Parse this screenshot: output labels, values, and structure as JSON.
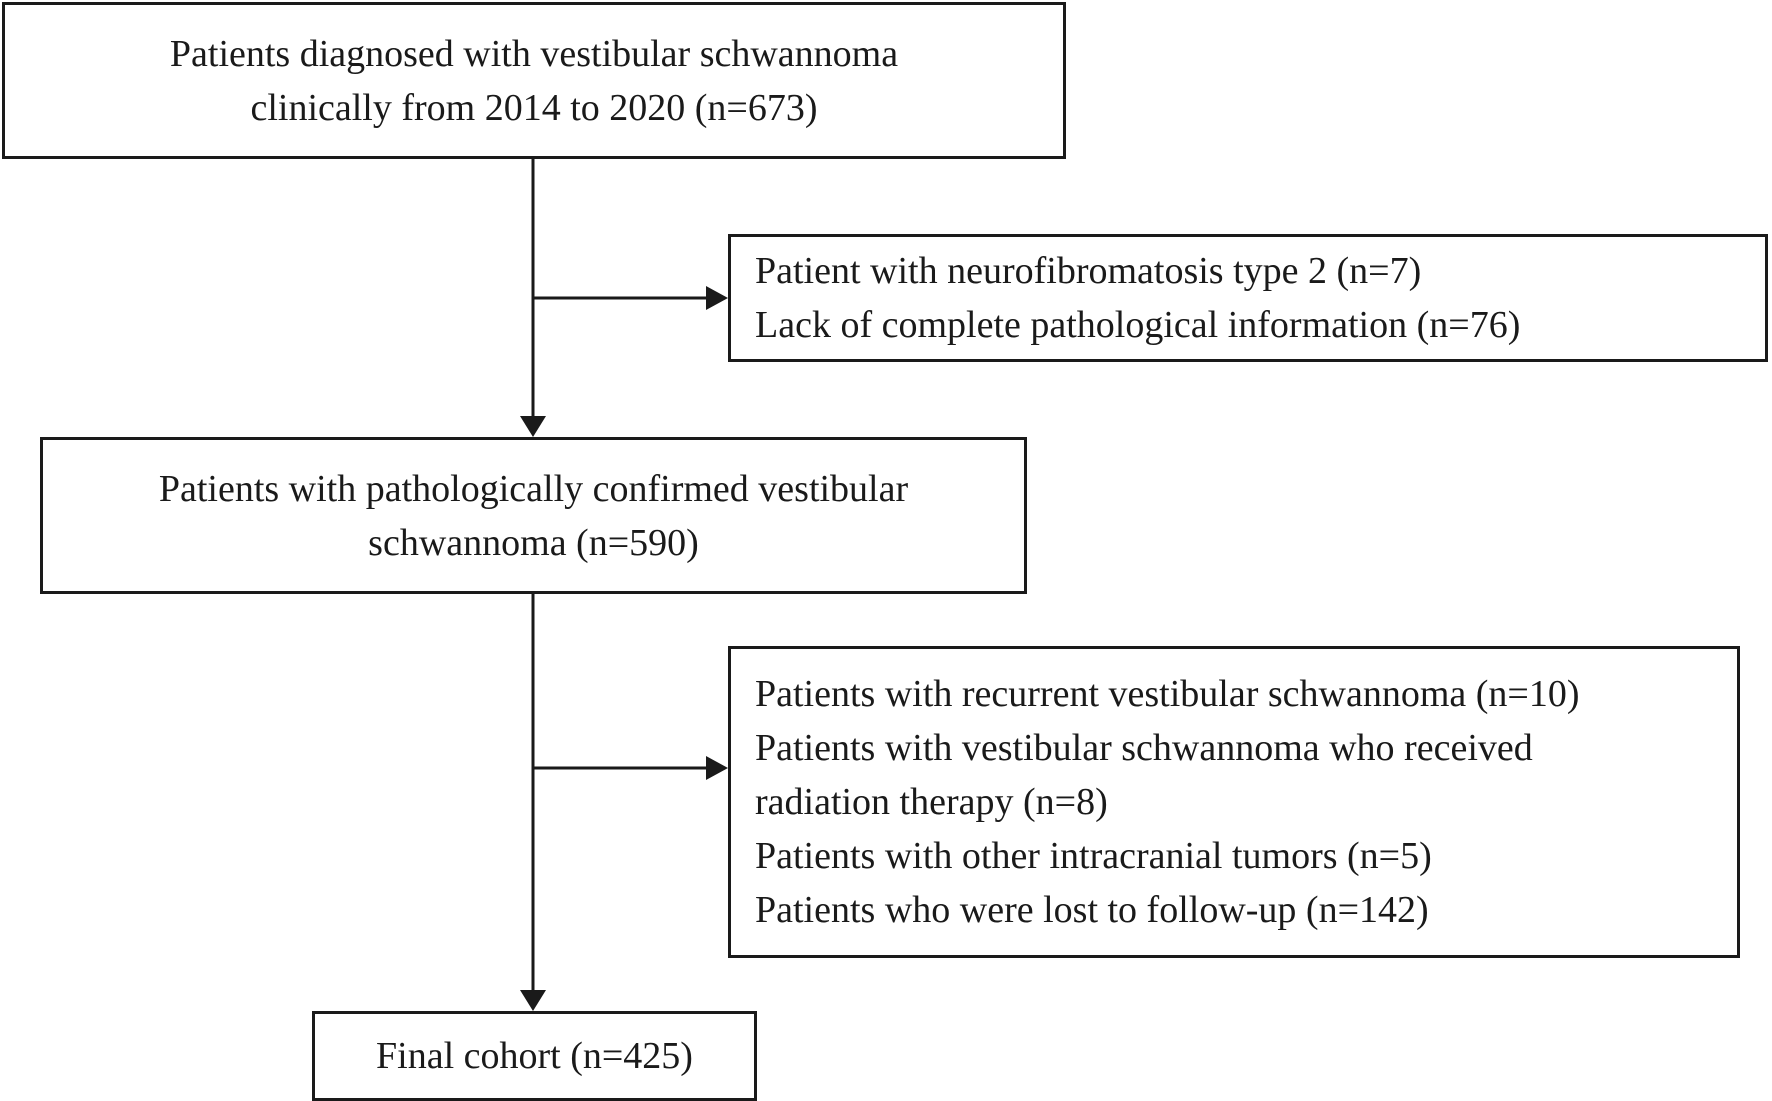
{
  "boxes": {
    "diagnosed": {
      "lines": [
        "Patients diagnosed with vestibular schwannoma",
        "clinically from 2014 to 2020 (n=673)"
      ]
    },
    "exclusion_1": {
      "lines": [
        "Patient with neurofibromatosis type 2 (n=7)",
        "Lack of complete pathological information (n=76)"
      ]
    },
    "confirmed": {
      "lines": [
        "Patients with pathologically confirmed vestibular",
        "schwannoma (n=590)"
      ]
    },
    "exclusion_2": {
      "lines": [
        "Patients with recurrent vestibular schwannoma (n=10)",
        "Patients with vestibular schwannoma who received",
        "radiation therapy (n=8)",
        "Patients with other intracranial tumors (n=5)",
        "Patients who were lost to follow-up (n=142)"
      ]
    },
    "final": {
      "lines": [
        "Final cohort (n=425)"
      ]
    }
  },
  "colors": {
    "stroke": "#1a1a1a",
    "background": "#ffffff"
  }
}
